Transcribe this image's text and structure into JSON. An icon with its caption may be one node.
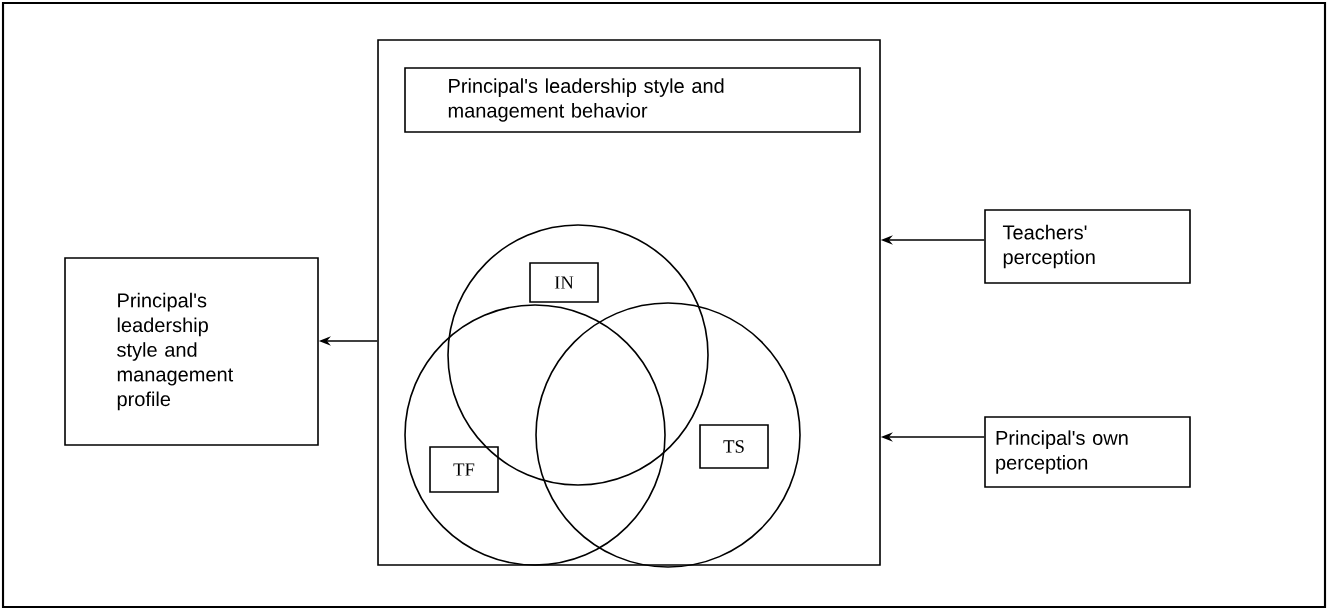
{
  "diagram": {
    "nodes": [
      {
        "text": [
          "Principal's leadership style and management profile"
        ]
      },
      {
        "text": [],
        "shape": "box"
      },
      {
        "text": [
          "Principal's leadership style and management behavior"
        ],
        "in": 1
      },
      {
        "text": [],
        "shape": "circle",
        "in": 1
      },
      {
        "text": [
          "IN"
        ],
        "in": 3
      },
      {
        "text": [],
        "shape": "circle",
        "in": 1
      },
      {
        "text": [
          "TF"
        ],
        "in": 5
      },
      {
        "text": [],
        "shape": "circle",
        "in": 1
      },
      {
        "text": [
          "TS"
        ],
        "in": 7
      },
      {
        "text": [
          "Teachers' perception"
        ]
      },
      {
        "text": [
          "Principal's own perception"
        ]
      }
    ],
    "edges": [
      {
        "from": 1,
        "to": 0,
        "arrow": "to"
      },
      {
        "from": 9,
        "to": 1,
        "arrow": "to"
      },
      {
        "from": 10,
        "to": 1,
        "arrow": "to"
      }
    ]
  }
}
